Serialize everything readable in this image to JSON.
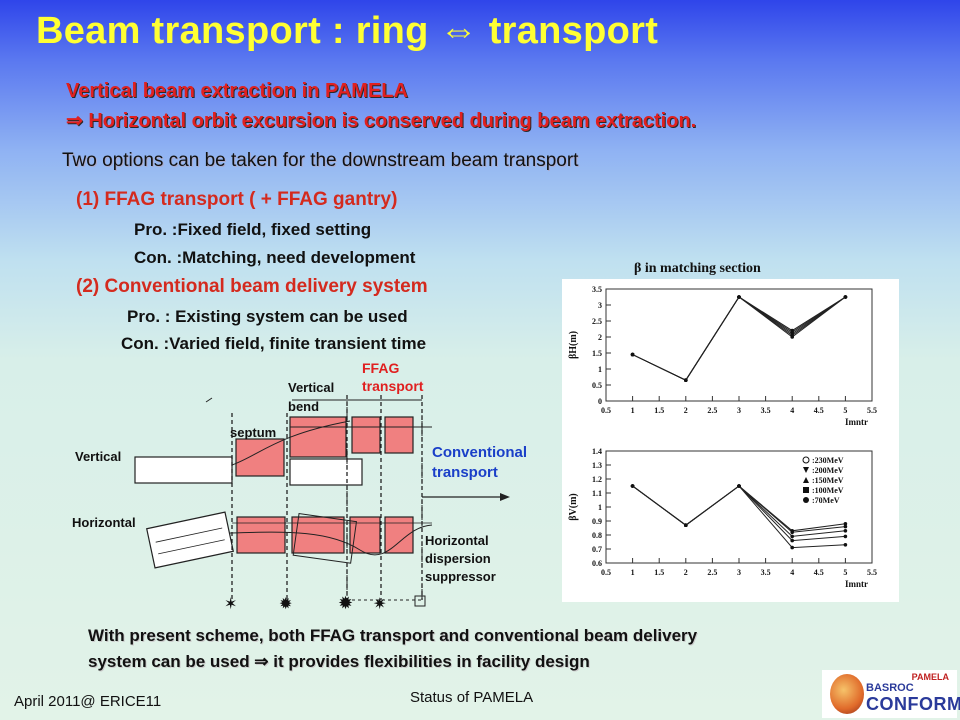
{
  "slide": {
    "title": "Beam transport : ring ⇔ transport",
    "headline1": "Vertical beam extraction in PAMELA",
    "headline2": "⇒ Horizontal orbit excursion is conserved during beam extraction.",
    "intro": "Two options can be taken for the downstream beam transport",
    "option1": "(1)   FFAG transport ( + FFAG gantry)",
    "option1_pro": "Pro.  :Fixed field, fixed setting",
    "option1_con": "Con. :Matching, need development",
    "option2": "(2)   Conventional beam delivery system",
    "option2_pro": "Pro. : Existing system can be used",
    "option2_con": "Con. :Varied field, finite transient time",
    "conclusion_line1": "With present scheme, both FFAG transport and conventional beam delivery",
    "conclusion_line2": "system can be used  ⇒ it provides flexibilities in facility design"
  },
  "diagram": {
    "label_vertical": "Vertical",
    "label_horizontal": "Horizontal",
    "label_septum": "septum",
    "label_vertical_bend_1": "Vertical",
    "label_vertical_bend_2": "bend",
    "label_ffag_1": "FFAG",
    "label_ffag_2": "transport",
    "label_conv_1": "Conventional",
    "label_conv_2": "transport",
    "label_hds_1": "Horizontal",
    "label_hds_2": "dispersion",
    "label_hds_3": "suppressor",
    "colors": {
      "magnet": "#f08080",
      "label_red": "#e02020",
      "label_blue": "#1a3fc8"
    }
  },
  "figure": {
    "caption": "β in matching section",
    "top_ylabel": "βH(m)",
    "bottom_ylabel": "βV(m)",
    "xlabel": "Imntr",
    "legend": [
      ":230MeV",
      ":200MeV",
      ":150MeV",
      ":100MeV",
      ":70MeV"
    ]
  },
  "chart_data": [
    {
      "type": "line",
      "ylabel": "βH(m)",
      "xlabel": "Imntr",
      "xlim": [
        0.5,
        5.5
      ],
      "ylim": [
        0,
        3.5
      ],
      "xticks": [
        "0.5",
        "1",
        "1.5",
        "2",
        "2.5",
        "3",
        "3.5",
        "4",
        "4.5",
        "5",
        "5.5"
      ],
      "yticks": [
        "0",
        "0.5",
        "1",
        "1.5",
        "2",
        "2.5",
        "3",
        "3.5"
      ],
      "x": [
        1,
        2,
        3,
        4,
        5
      ],
      "series": [
        {
          "name": ":230MeV",
          "values": [
            1.45,
            0.65,
            3.25,
            2.2,
            3.25
          ]
        },
        {
          "name": ":200MeV",
          "values": [
            1.45,
            0.65,
            3.25,
            2.15,
            3.25
          ]
        },
        {
          "name": ":150MeV",
          "values": [
            1.45,
            0.65,
            3.25,
            2.1,
            3.25
          ]
        },
        {
          "name": ":100MeV",
          "values": [
            1.45,
            0.65,
            3.25,
            2.05,
            3.25
          ]
        },
        {
          "name": ":70MeV",
          "values": [
            1.45,
            0.65,
            3.25,
            2.0,
            3.25
          ]
        }
      ]
    },
    {
      "type": "line",
      "ylabel": "βV(m)",
      "xlabel": "Imntr",
      "xlim": [
        0.5,
        5.5
      ],
      "ylim": [
        0.6,
        1.4
      ],
      "xticks": [
        "0.5",
        "1",
        "1.5",
        "2",
        "2.5",
        "3",
        "3.5",
        "4",
        "4.5",
        "5",
        "5.5"
      ],
      "yticks": [
        "0.6",
        "0.7",
        "0.8",
        "0.9",
        "1",
        "1.1",
        "1.2",
        "1.3",
        "1.4"
      ],
      "x": [
        1,
        2,
        3,
        4,
        5
      ],
      "series": [
        {
          "name": ":230MeV",
          "values": [
            1.15,
            0.87,
            1.15,
            0.83,
            0.88
          ]
        },
        {
          "name": ":200MeV",
          "values": [
            1.15,
            0.87,
            1.15,
            0.82,
            0.86
          ]
        },
        {
          "name": ":150MeV",
          "values": [
            1.15,
            0.87,
            1.15,
            0.79,
            0.83
          ]
        },
        {
          "name": ":100MeV",
          "values": [
            1.15,
            0.87,
            1.15,
            0.76,
            0.79
          ]
        },
        {
          "name": ":70MeV",
          "values": [
            1.15,
            0.87,
            1.15,
            0.71,
            0.73
          ]
        }
      ]
    }
  ],
  "footer": {
    "left": "April 2011@ ERICE11",
    "center": "Status of PAMELA",
    "logo_top": "PAMELA",
    "logo_mid": "BASROC",
    "logo_bottom": "CONFORM"
  }
}
